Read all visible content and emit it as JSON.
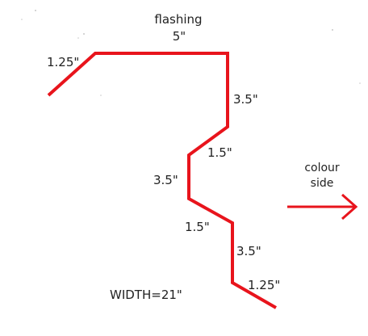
{
  "title": {
    "line1": "flashing",
    "line2": "5\""
  },
  "dimensions": {
    "top_left_lip": "1.25\"",
    "first_drop": "3.5\"",
    "first_jog": "1.5\"",
    "middle_drop": "3.5\"",
    "second_jog": "1.5\"",
    "third_drop": "3.5\"",
    "bottom_lip": "1.25\""
  },
  "colour_side": {
    "line1": "colour",
    "line2": "side"
  },
  "width_label": "WIDTH=21\"",
  "colors": {
    "profile_line": "#e8141c",
    "arrow": "#e8141c",
    "text": "#222222"
  }
}
